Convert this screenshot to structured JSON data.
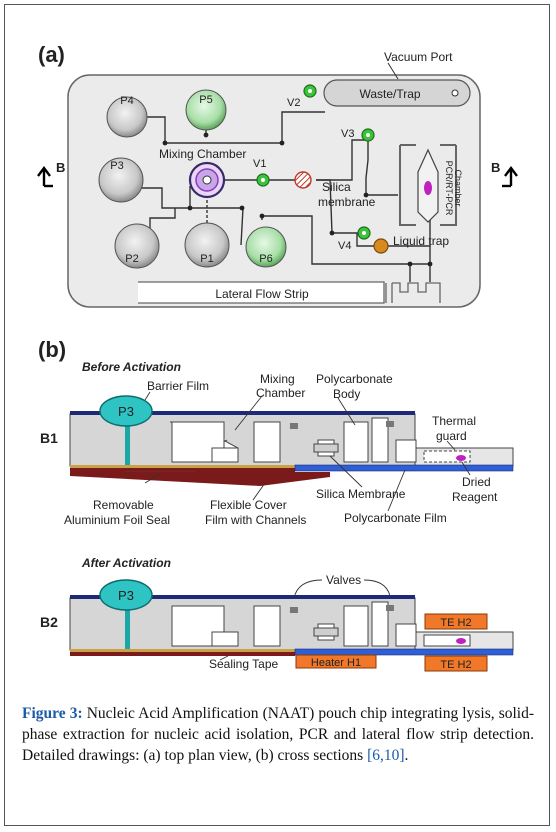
{
  "panel_a": {
    "label": "(a)",
    "vacuum_port": "Vacuum Port",
    "waste_trap": "Waste/Trap",
    "mixing_chamber": "Mixing Chamber",
    "silica": "Silica",
    "membrane": "membrane",
    "pcr_chamber": [
      "PCR/RT-PCR",
      "Chamber"
    ],
    "liquid_trap": "Liquid trap",
    "lateral_flow_strip": "Lateral Flow Strip",
    "section_left": "B",
    "section_right": "B",
    "pouches": [
      "P1",
      "P2",
      "P3",
      "P4",
      "P5",
      "P6"
    ],
    "valves": [
      "V1",
      "V2",
      "V3",
      "V4"
    ]
  },
  "panel_b": {
    "label": "(b)",
    "before": "Before Activation",
    "after": "After Activation",
    "b1": "B1",
    "b2": "B2",
    "p3": "P3",
    "barrier_film": "Barrier Film",
    "mixing": "Mixing",
    "chamber": "Chamber",
    "polycarbonate": "Polycarbonate",
    "body": "Body",
    "thermal": "Thermal",
    "guard": "guard",
    "dried": "Dried",
    "reagent": "Reagent",
    "removable": "Removable",
    "foil_seal": "Aluminium Foil Seal",
    "flexible_cover": "Flexible Cover",
    "film_channels": "Film with Channels",
    "silica_membrane": "Silica Membrane",
    "polycarbonate_film": "Polycarbonate Film",
    "valves": "Valves",
    "te_h2": "TE H2",
    "sealing_tape": "Sealing Tape",
    "heater_h1": "Heater H1"
  },
  "caption": {
    "label": "Figure 3:",
    "text": " Nucleic Acid Amplification (NAAT) pouch chip integrating lysis, solid-phase extraction for nucleic acid isolation, PCR and lateral flow strip detection. Detailed drawings: (a) top plan view, (b) cross sections ",
    "refs": "[6,10]",
    "end": "."
  },
  "colors": {
    "navy": "#1c2a78",
    "blue": "#2f5fd6",
    "teal": "#1aa7a7",
    "orange": "#f07828",
    "maroon": "#7a1a1a",
    "green": "#2fb52f",
    "amber": "#d98a1e",
    "magenta": "#c020c0",
    "purple": "#8a3ac0",
    "link": "#1a5aa8"
  }
}
